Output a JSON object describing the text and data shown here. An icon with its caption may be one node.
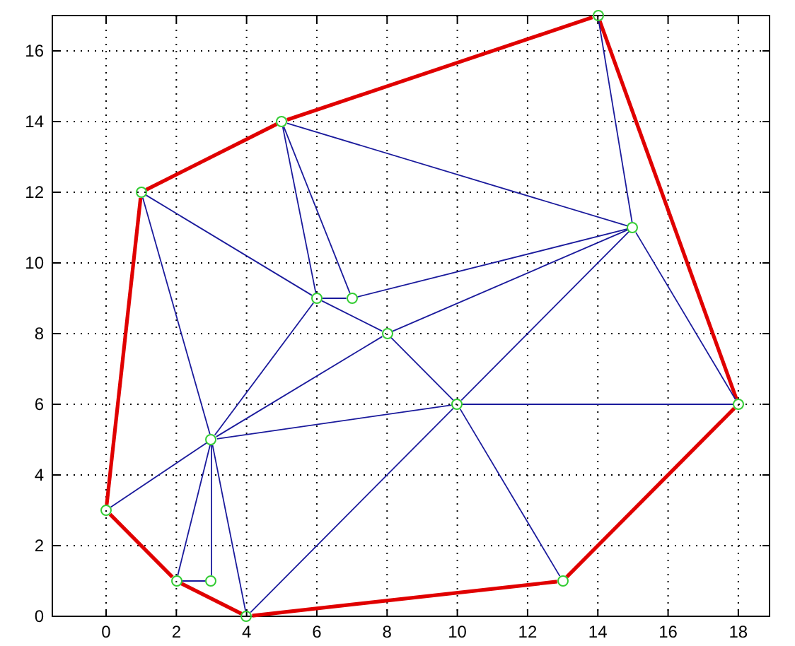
{
  "diagram": {
    "nodes": [
      {
        "text": [],
        "shape": "circle"
      },
      {
        "text": [],
        "shape": "circle"
      },
      {
        "text": [],
        "shape": "circle"
      },
      {
        "text": [],
        "shape": "circle"
      },
      {
        "text": [],
        "shape": "circle"
      },
      {
        "text": [],
        "shape": "circle"
      },
      {
        "text": [],
        "shape": "circle"
      },
      {
        "text": [],
        "shape": "circle"
      },
      {
        "text": [],
        "shape": "circle"
      },
      {
        "text": [],
        "shape": "circle"
      },
      {
        "text": [],
        "shape": "circle"
      },
      {
        "text": [],
        "shape": "circle"
      },
      {
        "text": [],
        "shape": "circle"
      },
      {
        "text": [],
        "shape": "circle"
      },
      {
        "text": [],
        "shape": "circle"
      }
    ],
    "edges": [
      {
        "from": 0,
        "to": 1,
        "arrow": "none",
        "style": "thick",
        "color": "#e00000"
      },
      {
        "from": 1,
        "to": 6,
        "arrow": "none",
        "style": "thick",
        "color": "#e00000"
      },
      {
        "from": 6,
        "to": 12,
        "arrow": "none",
        "style": "thick",
        "color": "#e00000"
      },
      {
        "from": 12,
        "to": 14,
        "arrow": "none",
        "style": "thick",
        "color": "#e00000"
      },
      {
        "from": 14,
        "to": 11,
        "arrow": "none",
        "style": "thick",
        "color": "#e00000"
      },
      {
        "from": 11,
        "to": 5,
        "arrow": "none",
        "style": "thick",
        "color": "#e00000"
      },
      {
        "from": 5,
        "to": 2,
        "arrow": "none",
        "style": "thick",
        "color": "#e00000"
      },
      {
        "from": 2,
        "to": 0,
        "arrow": "none",
        "style": "thick",
        "color": "#e00000"
      },
      {
        "from": 1,
        "to": 7,
        "arrow": "none"
      },
      {
        "from": 1,
        "to": 4,
        "arrow": "none"
      },
      {
        "from": 6,
        "to": 7,
        "arrow": "none"
      },
      {
        "from": 6,
        "to": 8,
        "arrow": "none"
      },
      {
        "from": 6,
        "to": 13,
        "arrow": "none"
      },
      {
        "from": 7,
        "to": 8,
        "arrow": "none"
      },
      {
        "from": 7,
        "to": 9,
        "arrow": "none"
      },
      {
        "from": 8,
        "to": 13,
        "arrow": "none"
      },
      {
        "from": 9,
        "to": 13,
        "arrow": "none"
      },
      {
        "from": 9,
        "to": 10,
        "arrow": "none"
      },
      {
        "from": 12,
        "to": 13,
        "arrow": "none"
      },
      {
        "from": 13,
        "to": 10,
        "arrow": "none"
      },
      {
        "from": 13,
        "to": 14,
        "arrow": "none"
      },
      {
        "from": 10,
        "to": 14,
        "arrow": "none"
      },
      {
        "from": 10,
        "to": 11,
        "arrow": "none"
      },
      {
        "from": 10,
        "to": 5,
        "arrow": "none"
      },
      {
        "from": 4,
        "to": 7,
        "arrow": "none"
      },
      {
        "from": 4,
        "to": 9,
        "arrow": "none"
      },
      {
        "from": 4,
        "to": 10,
        "arrow": "none"
      },
      {
        "from": 0,
        "to": 4,
        "arrow": "none"
      },
      {
        "from": 4,
        "to": 2,
        "arrow": "none"
      },
      {
        "from": 4,
        "to": 3,
        "arrow": "none"
      },
      {
        "from": 4,
        "to": 5,
        "arrow": "none"
      },
      {
        "from": 2,
        "to": 3,
        "arrow": "none"
      }
    ],
    "labels": [
      "16",
      "14",
      "12",
      "10",
      "8",
      "6",
      "4",
      "2",
      "0",
      "0",
      "2",
      "4",
      "6",
      "8",
      "10",
      "12",
      "14",
      "16",
      "18"
    ]
  }
}
